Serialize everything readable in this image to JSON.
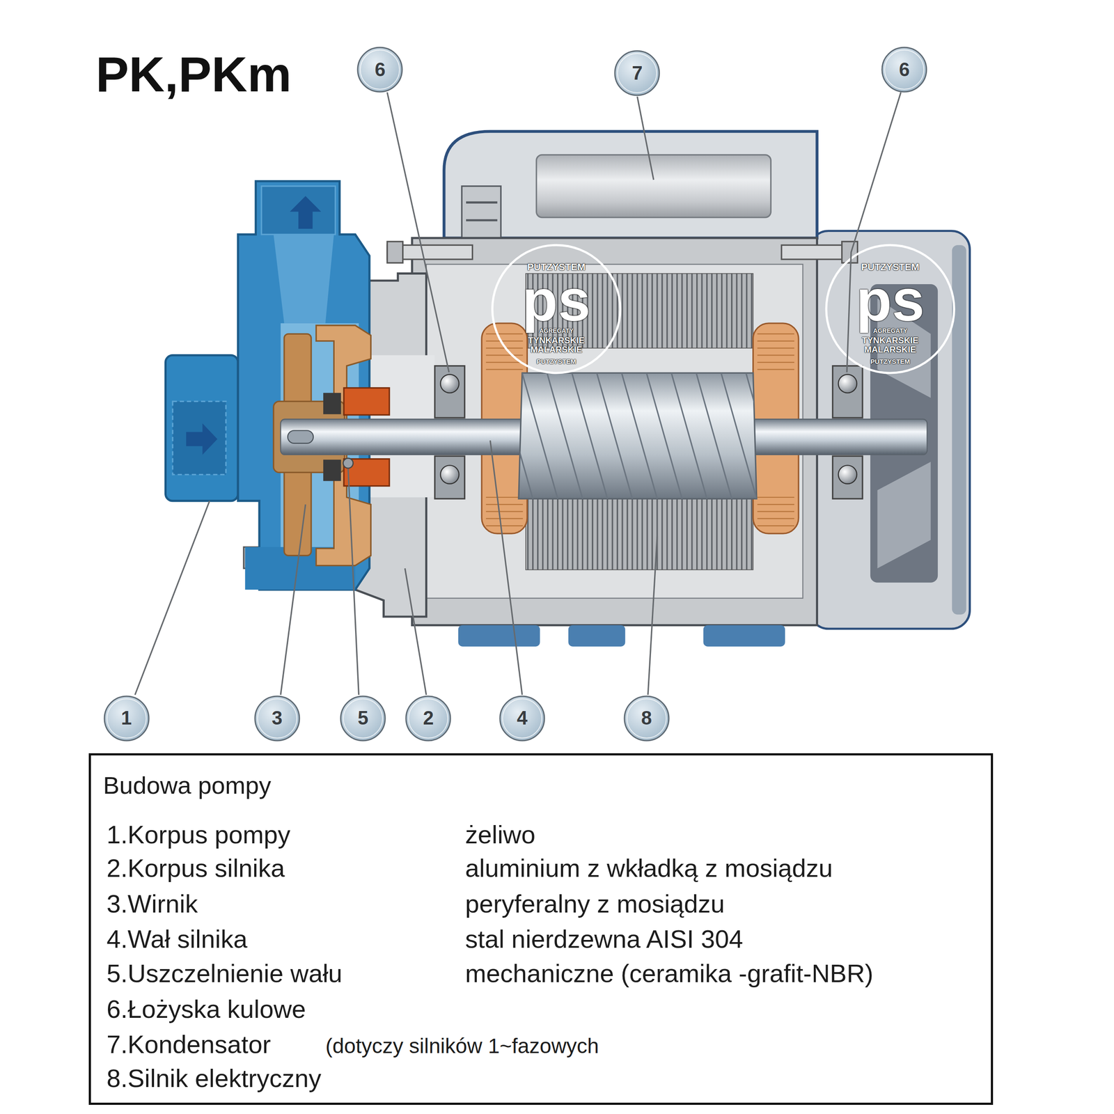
{
  "diagram": {
    "title": "PK,PKm",
    "nodes": [
      {
        "text": [
          "6"
        ]
      },
      {
        "text": [
          "7"
        ]
      },
      {
        "text": [
          "6"
        ]
      },
      {
        "text": [
          "1"
        ]
      },
      {
        "text": [
          "3"
        ]
      },
      {
        "text": [
          "5"
        ]
      },
      {
        "text": [
          "2"
        ]
      },
      {
        "text": [
          "4"
        ]
      },
      {
        "text": [
          "8"
        ]
      },
      {
        "text": [
          "Budowa pompy",
          "1.Korpus pompy",
          "żeliwo",
          "2.Korpus silnika",
          "aluminium z wkładką z mosiądzu",
          "3.Wirnik",
          "peryferalny z mosiądzu",
          "4.Wał silnika",
          "stal nierdzewna AISI 304",
          "5.Uszczelnienie wału",
          "mechaniczne (ceramika -grafit-NBR)",
          "6.Łożyska kulowe",
          "7.Kondensator",
          "(dotyczy silników 1~fazowych",
          "8.Silnik elektryczny"
        ]
      }
    ],
    "labels": [
      "PUTZYSTEM",
      "ps",
      "AGREGATY",
      "TYNKARSKIE",
      "MALARSKIE",
      "PUTZYSTEM",
      "PUTZYSTEM",
      "ps",
      "AGREGATY",
      "TYNKARSKIE",
      "MALARSKIE",
      "PUTZYSTEM"
    ]
  }
}
